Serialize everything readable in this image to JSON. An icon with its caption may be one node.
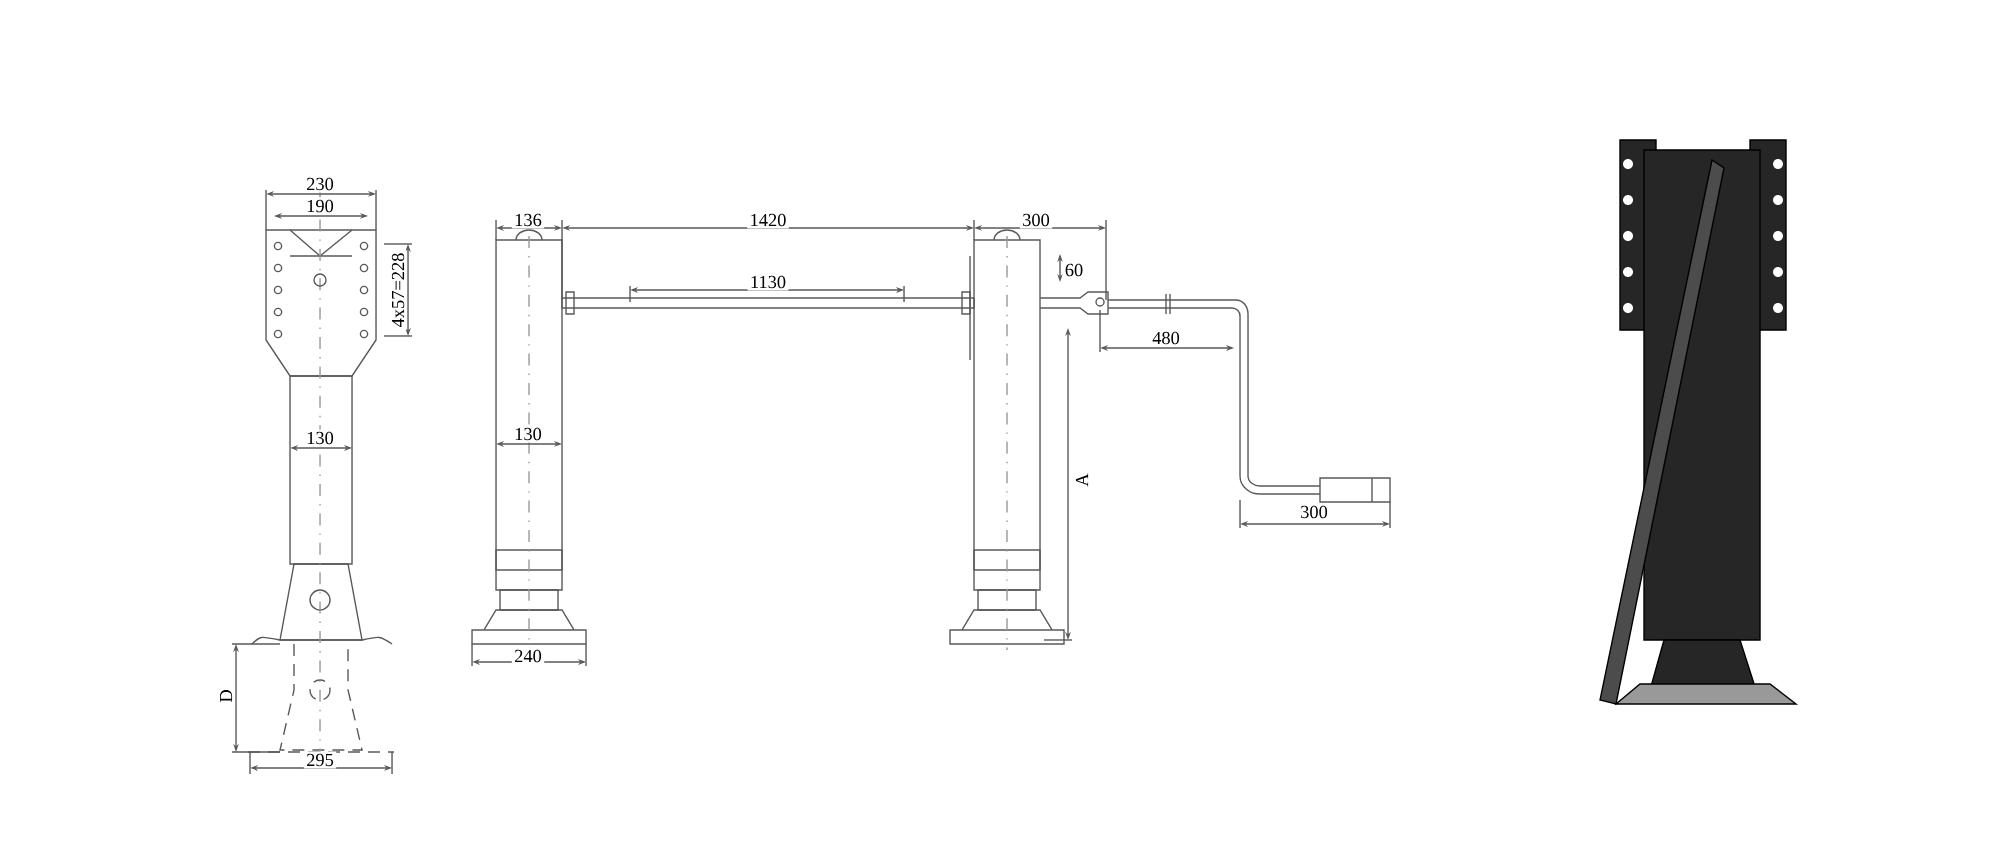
{
  "diagram": {
    "labels": [
      "230",
      "190",
      "4x57=228",
      "130",
      "D",
      "295",
      "136",
      "1420",
      "300",
      "60",
      "1130",
      "480",
      "130",
      "A",
      "300",
      "240"
    ]
  }
}
